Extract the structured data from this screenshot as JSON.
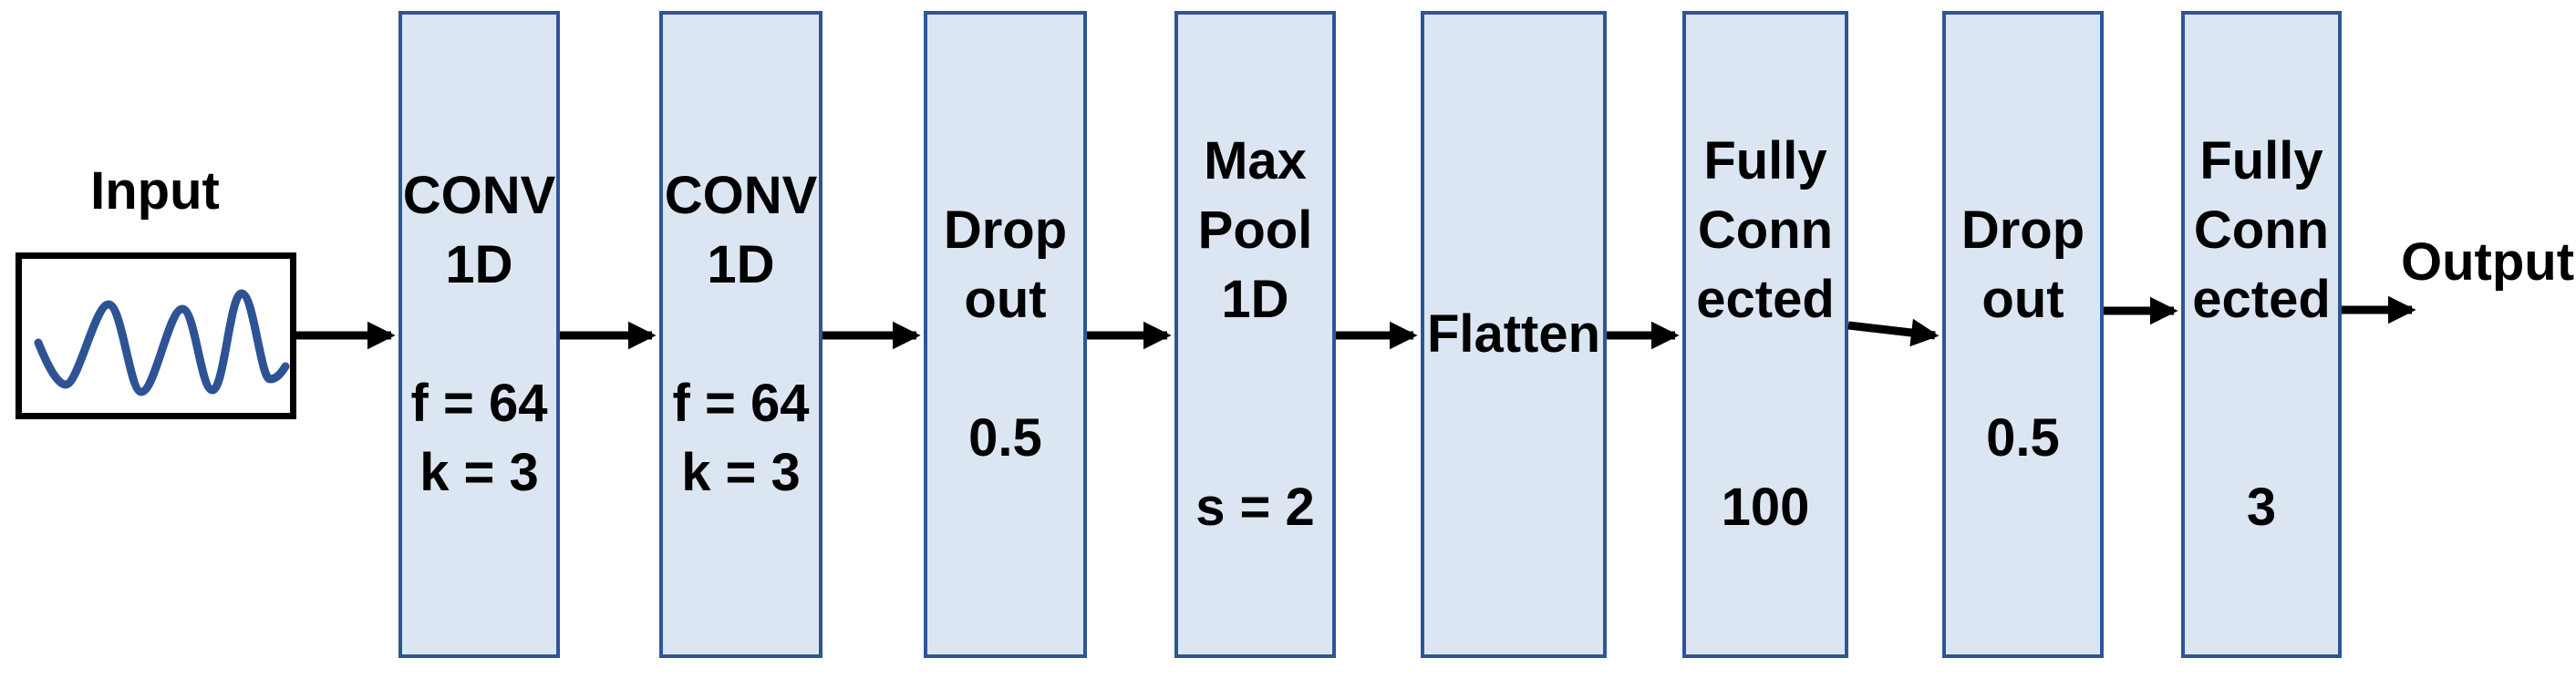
{
  "diagram": {
    "type": "neural-network-flow",
    "input": {
      "label": "Input",
      "signal": "sine-wave"
    },
    "output": {
      "label": "Output"
    },
    "blocks": [
      {
        "name": "conv1d-1",
        "text": "CONV\n1D\n\nf = 64\nk = 3"
      },
      {
        "name": "conv1d-2",
        "text": "CONV\n1D\n\nf = 64\nk = 3"
      },
      {
        "name": "dropout-1",
        "text": "Drop\nout\n\n0.5"
      },
      {
        "name": "maxpool1d",
        "text": "Max\nPool\n1D\n\n\ns = 2"
      },
      {
        "name": "flatten",
        "text": "Flatten"
      },
      {
        "name": "fully-connected-1",
        "text": "Fully\nConn\nected\n\n\n100"
      },
      {
        "name": "dropout-2",
        "text": "Drop\nout\n\n0.5"
      },
      {
        "name": "fully-connected-2",
        "text": "Fully\nConn\nected\n\n\n3"
      }
    ],
    "colors": {
      "block_fill": "#dce6f2",
      "block_border": "#2f5597",
      "wave_stroke": "#2e5395",
      "arrow": "#000000",
      "text": "#000000"
    }
  }
}
